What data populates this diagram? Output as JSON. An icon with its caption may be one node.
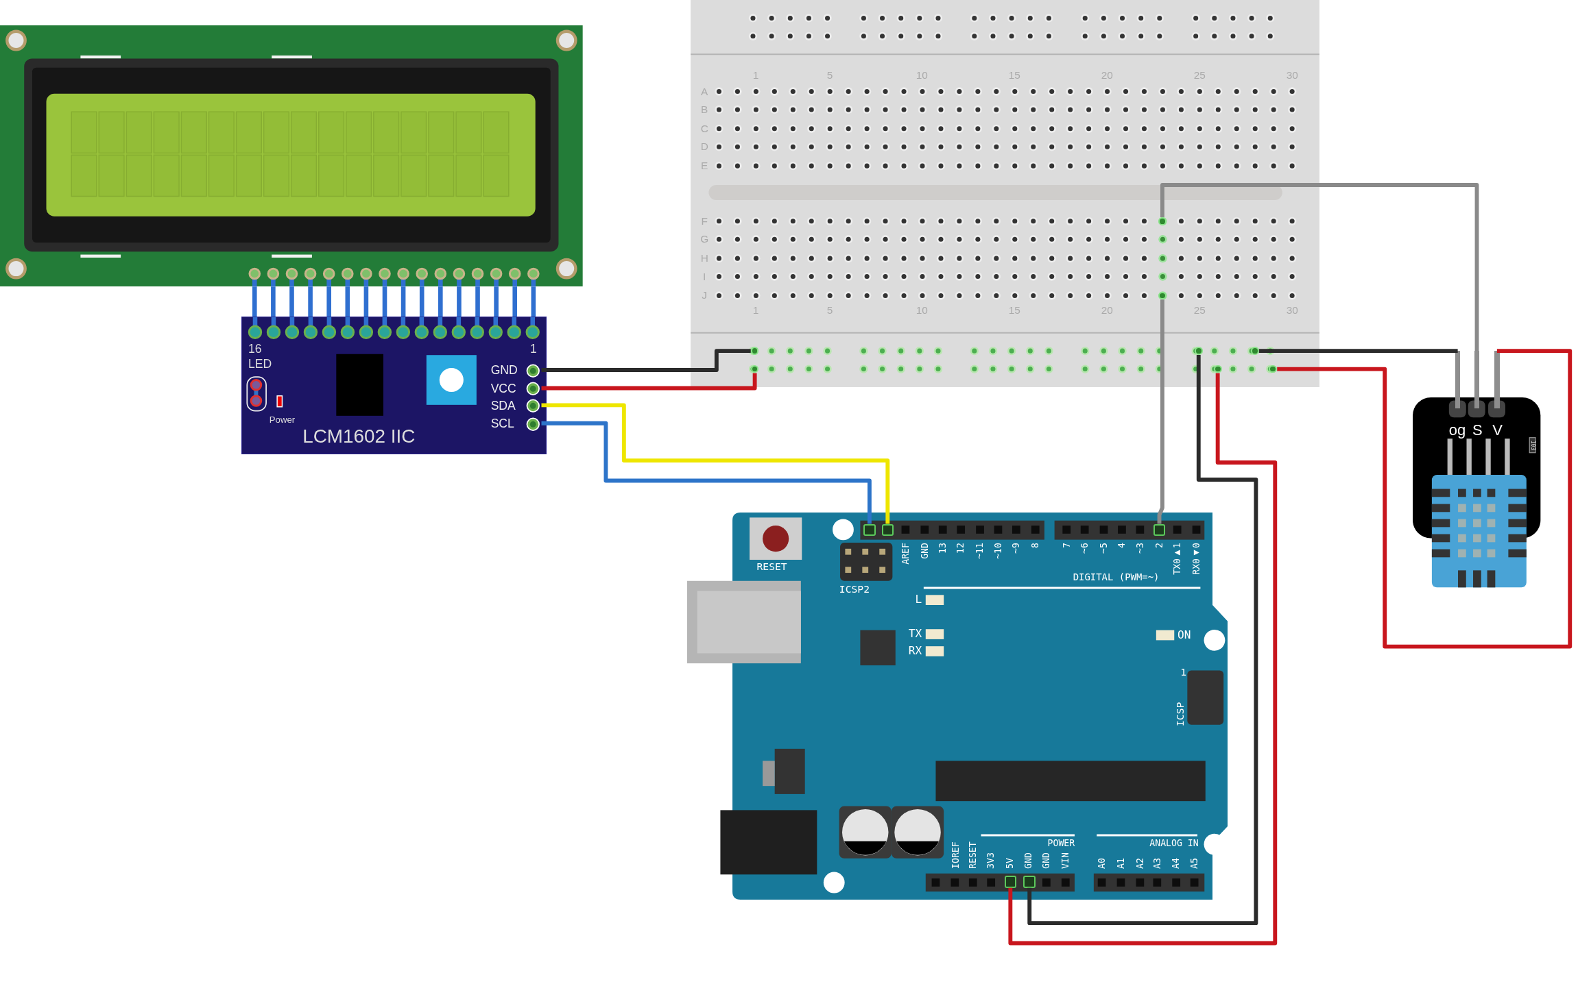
{
  "diagram": {
    "nodes": [
      {
        "text": [],
        "shape": "picture"
      },
      {
        "text": [
          "16",
          "LED",
          "Power",
          "LCM1602 IIC",
          "1"
        ]
      },
      {
        "text": [
          "GND"
        ],
        "in": 1
      },
      {
        "text": [
          "VCC"
        ],
        "in": 1
      },
      {
        "text": [
          "SDA"
        ],
        "in": 1
      },
      {
        "text": [
          "SCL"
        ],
        "in": 1
      },
      {
        "text": [],
        "shape": "picture"
      },
      {
        "text": [],
        "shape": "circle",
        "in": 6
      },
      {
        "text": [],
        "shape": "circle",
        "in": 6
      },
      {
        "text": [],
        "shape": "circle",
        "in": 6
      },
      {
        "text": [],
        "shape": "circle",
        "in": 6
      },
      {
        "text": [],
        "shape": "circle",
        "in": 6
      },
      {
        "text": [],
        "shape": "circle",
        "in": 6
      },
      {
        "text": [],
        "shape": "circle",
        "in": 6
      },
      {
        "text": [],
        "shape": "circle",
        "in": 6
      },
      {
        "text": [
          "RESET",
          "ICSP2",
          "AREF",
          "GND",
          "13",
          "12",
          "~11",
          "~10",
          "~9",
          "8",
          "7",
          "~6",
          "~5",
          "4",
          "~3",
          "2",
          "TX0▶1",
          "RX0◀0",
          "DIGITAL (PWM=~)",
          "L",
          "TX",
          "RX",
          "ON",
          "1",
          "ICSP",
          "IOREF",
          "RESET",
          "3V3",
          "5V",
          "GND",
          "GND",
          "VIN",
          "POWER",
          "ANALOG IN",
          "A0",
          "A1",
          "A2",
          "A3",
          "A4",
          "A5"
        ]
      },
      {
        "text": [],
        "shape": "box",
        "in": 15
      },
      {
        "text": [],
        "shape": "box",
        "in": 15
      },
      {
        "text": [],
        "shape": "box",
        "in": 15
      },
      {
        "text": [],
        "shape": "box",
        "in": 15
      },
      {
        "text": [],
        "shape": "box",
        "in": 15
      },
      {
        "text": [
          "og",
          "S",
          "V"
        ]
      },
      {
        "text": [],
        "shape": "bar"
      },
      {
        "text": [],
        "shape": "bar"
      },
      {
        "text": [],
        "shape": "bar"
      }
    ],
    "edges": [
      {
        "from": 2,
        "to": 7,
        "arrow": "none",
        "color": "#2b2b2b"
      },
      {
        "from": 3,
        "to": 8,
        "arrow": "none",
        "color": "#c8161d"
      },
      {
        "from": 4,
        "to": 17,
        "arrow": "none",
        "color": "#eee600"
      },
      {
        "from": 5,
        "to": 16,
        "arrow": "none",
        "color": "#2d74c9"
      },
      {
        "from": 23,
        "to": 9,
        "arrow": "none",
        "color": "#8a8a8a"
      },
      {
        "from": 10,
        "to": 18,
        "arrow": "none",
        "color": "#8a8a8a"
      },
      {
        "from": 11,
        "to": 20,
        "arrow": "none",
        "color": "#2b2b2b"
      },
      {
        "from": 12,
        "to": 19,
        "arrow": "none",
        "color": "#c8161d"
      },
      {
        "from": 13,
        "to": 22,
        "arrow": "none",
        "color": "#2b2b2b"
      },
      {
        "from": 14,
        "to": 24,
        "arrow": "none",
        "color": "#c8161d"
      },
      {
        "from": 0,
        "to": 1,
        "arrow": "none",
        "color": "#2f6fd0"
      },
      {
        "from": 0,
        "to": 1,
        "arrow": "none",
        "color": "#2f6fd0"
      },
      {
        "from": 0,
        "to": 1,
        "arrow": "none",
        "color": "#2f6fd0"
      },
      {
        "from": 0,
        "to": 1,
        "arrow": "none",
        "color": "#2f6fd0"
      },
      {
        "from": 0,
        "to": 1,
        "arrow": "none",
        "color": "#2f6fd0"
      },
      {
        "from": 0,
        "to": 1,
        "arrow": "none",
        "color": "#2f6fd0"
      },
      {
        "from": 0,
        "to": 1,
        "arrow": "none",
        "color": "#2f6fd0"
      },
      {
        "from": 0,
        "to": 1,
        "arrow": "none",
        "color": "#2f6fd0"
      },
      {
        "from": 0,
        "to": 1,
        "arrow": "none",
        "color": "#2f6fd0"
      },
      {
        "from": 0,
        "to": 1,
        "arrow": "none",
        "color": "#2f6fd0"
      },
      {
        "from": 0,
        "to": 1,
        "arrow": "none",
        "color": "#2f6fd0"
      },
      {
        "from": 0,
        "to": 1,
        "arrow": "none",
        "color": "#2f6fd0"
      },
      {
        "from": 0,
        "to": 1,
        "arrow": "none",
        "color": "#2f6fd0"
      },
      {
        "from": 0,
        "to": 1,
        "arrow": "none",
        "color": "#2f6fd0"
      },
      {
        "from": 0,
        "to": 1,
        "arrow": "none",
        "color": "#2f6fd0"
      },
      {
        "from": 0,
        "to": 1,
        "arrow": "none",
        "color": "#2f6fd0"
      }
    ],
    "labels": [
      "1",
      "5",
      "10",
      "15",
      "20",
      "25",
      "30",
      "A",
      "B",
      "C",
      "D",
      "E",
      "F",
      "G",
      "H",
      "I",
      "J",
      "1",
      "5",
      "10",
      "15",
      "20",
      "25",
      "30",
      "103"
    ]
  }
}
